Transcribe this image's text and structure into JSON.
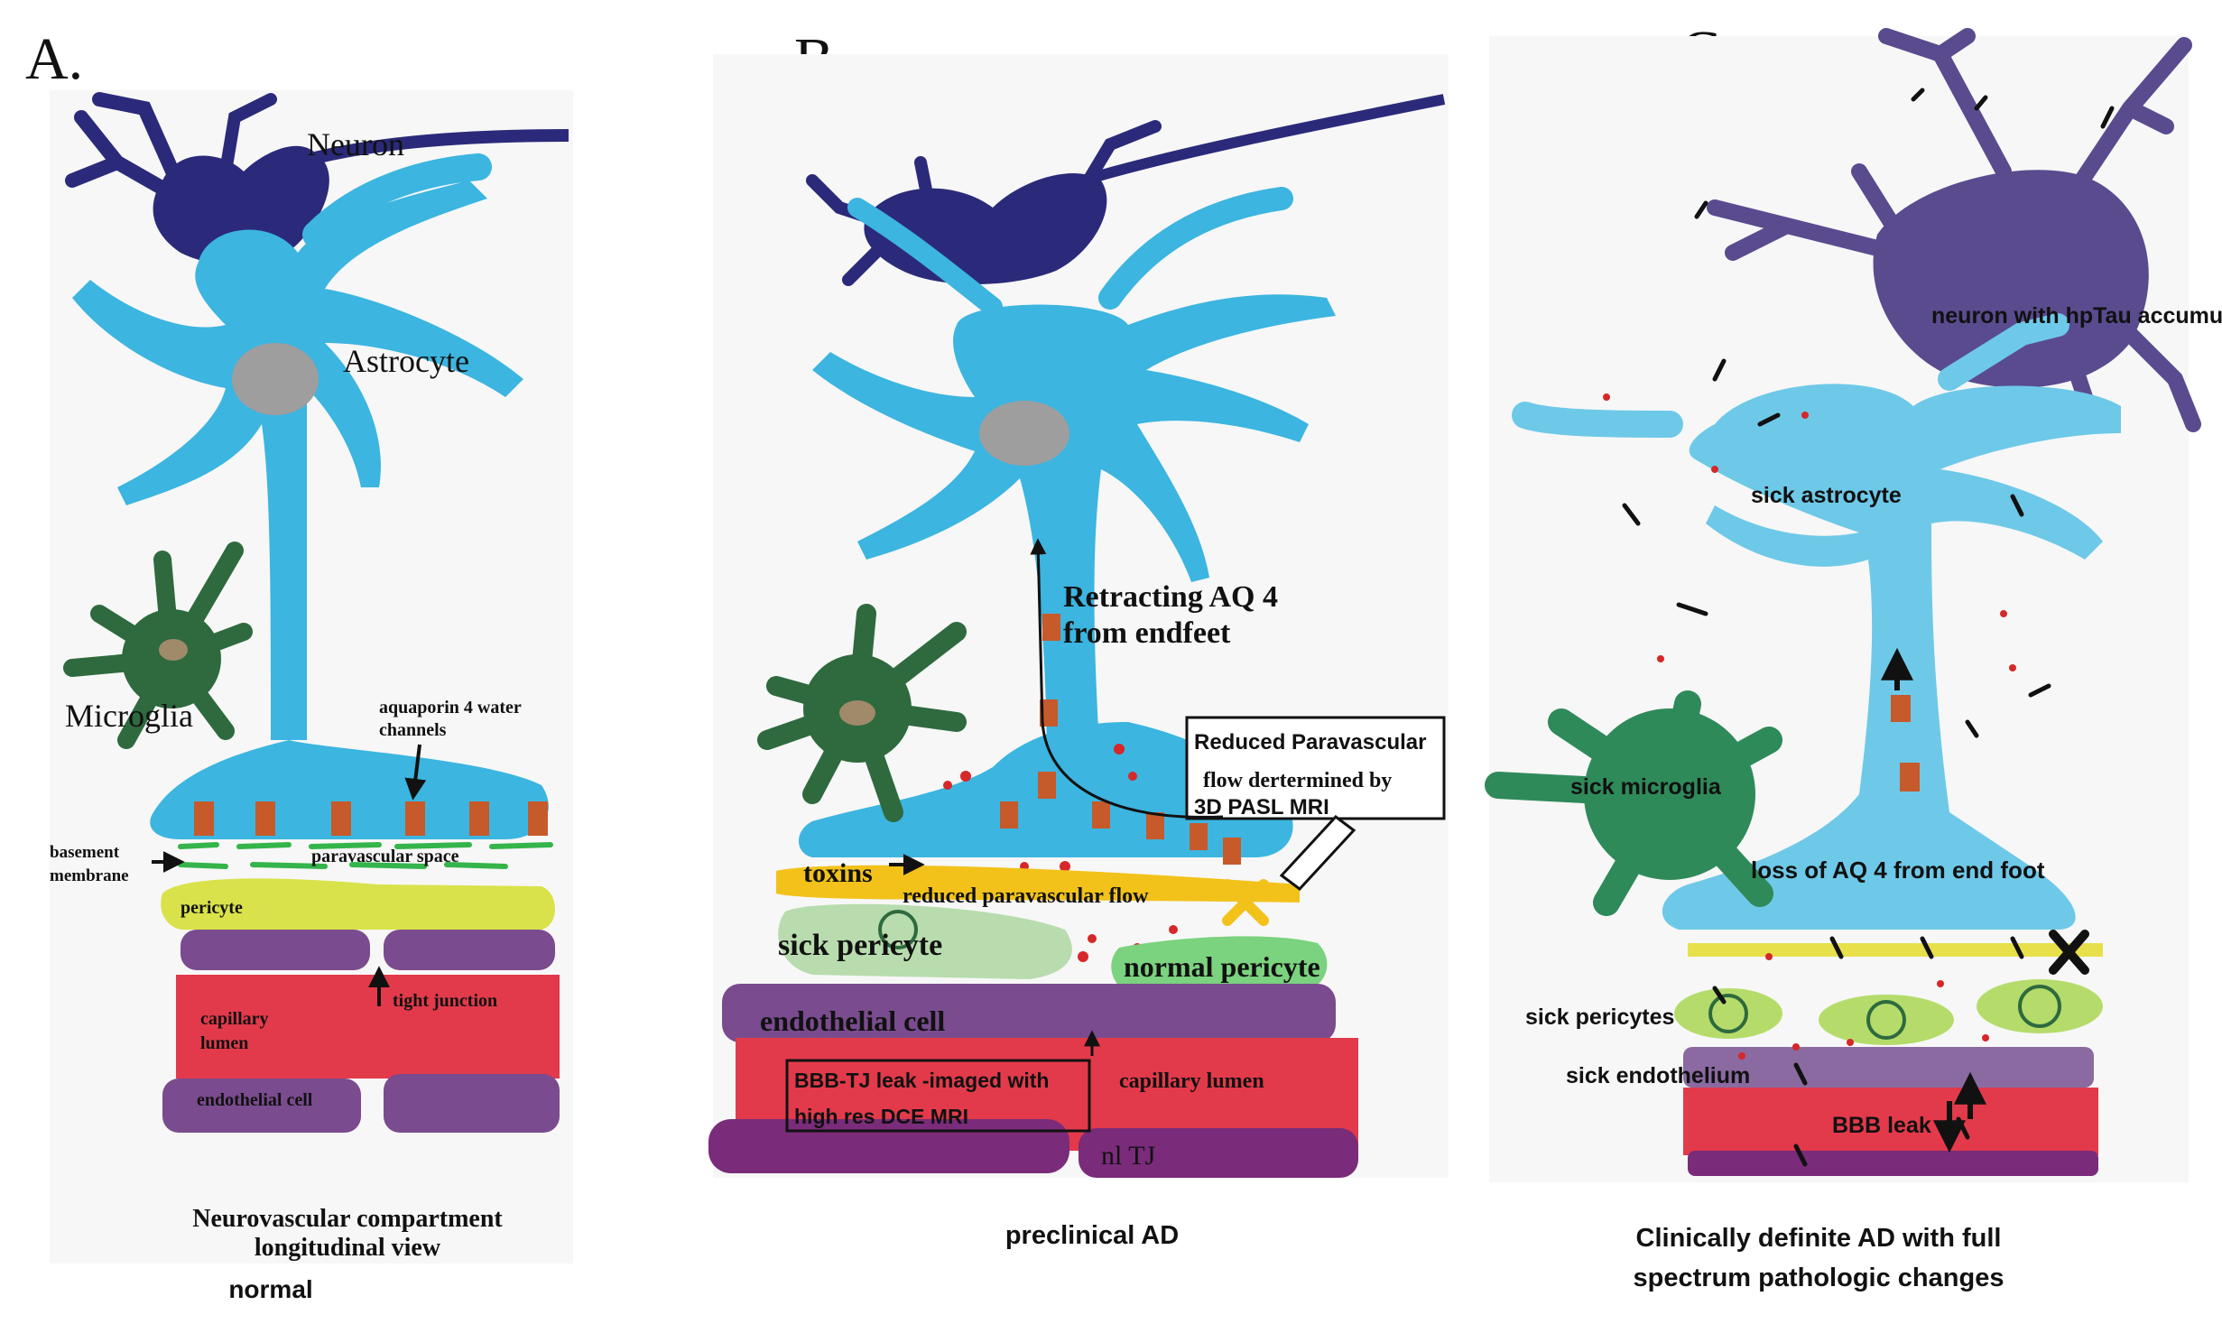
{
  "colors": {
    "neuron": "#2b2a7a",
    "neuron_sick": "#5a4b8f",
    "astrocyte": "#3cb5e0",
    "astrocyte_sick": "#6ec9e8",
    "microglia": "#2e6a3e",
    "microglia_sick": "#2f8a5a",
    "aquaporin": "#c65a2a",
    "basement": "#34b44a",
    "pericyte": "#d9e24a",
    "pericyte_green": "#9ccf5a",
    "endothelial": "#7a4b8e",
    "lumen": "#e23a4a",
    "yellow_flow": "#f2c21a",
    "nucleus": "#9e9e9e"
  },
  "panel_a": {
    "letter": "A.",
    "neuron": "Neuron",
    "astrocyte": "Astrocyte",
    "microglia": "Microglia",
    "aquaporin": "aquaporin 4 water channels",
    "basement": "basement membrane",
    "paravascular": "paravascular space",
    "pericyte": "pericyte",
    "tight_junction": "tight junction",
    "capillary": "capillary lumen",
    "endothelial": "endothelial cell",
    "caption_line1": "Neurovascular compartment",
    "caption_line2": "longitudinal view",
    "caption_line3": "normal"
  },
  "panel_b": {
    "letter": "B.",
    "retracting": "Retracting AQ 4 from endfeet",
    "reduced_box_line1": "Reduced Paravascular",
    "reduced_box_line2": "flow dertermined by",
    "reduced_box_line3": "3D PASL MRI",
    "toxins": "toxins",
    "reduced_flow": "reduced paravascular flow",
    "sick_pericyte": "sick pericyte",
    "normal_pericyte": "normal pericyte",
    "endothelial": "endothelial cell",
    "bbb_box_line1": "BBB-TJ leak -imaged with",
    "bbb_box_line2": "high res DCE MRI",
    "capillary": "capillary lumen",
    "nl_tj": "nl TJ",
    "caption": "preclinical AD"
  },
  "panel_c": {
    "letter": "C.",
    "neuron": "neuron with hpTau accumulating",
    "astrocyte": "sick astrocyte",
    "microglia": "sick microglia",
    "loss": "loss of AQ 4 from end foot",
    "pericytes": "sick pericytes",
    "endothelium": "sick endothelium",
    "bbb": "BBB leak",
    "caption_line1": "Clinically definite AD with full",
    "caption_line2": "spectrum pathologic changes"
  }
}
